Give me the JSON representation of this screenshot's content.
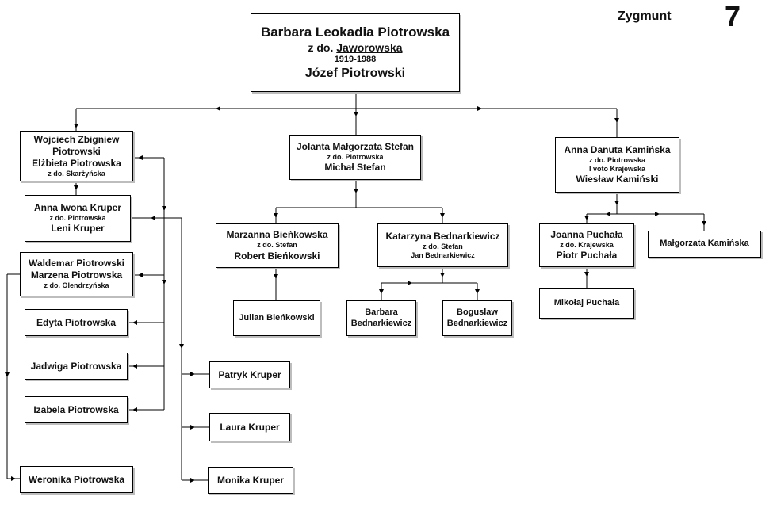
{
  "header": {
    "name": "Zygmunt",
    "number": "7"
  },
  "root": {
    "name": "Barbara Leokadia Piotrowska",
    "maiden_prefix": "z do.",
    "maiden_name": "Jaworowska",
    "years": "1919-1988",
    "spouse": "Józef Piotrowski"
  },
  "people": {
    "wojciech": [
      "Wojciech Zbigniew",
      "Piotrowski",
      "Elżbieta Piotrowska"
    ],
    "wojciech_note": "z do. Skarżyńska",
    "anna_kruper": "Anna Iwona Kruper",
    "anna_kruper_note": "z do. Piotrowska",
    "leni": "Leni Kruper",
    "waldemar": "Waldemar Piotrowski",
    "marzena": "Marzena Piotrowska",
    "marzena_note": "z do.  Olendrzyńska",
    "edyta": "Edyta Piotrowska",
    "jadwiga": "Jadwiga Piotrowska",
    "izabela": "Izabela Piotrowska",
    "weronika": "Weronika Piotrowska",
    "patryk": "Patryk Kruper",
    "laura": "Laura  Kruper",
    "monika": "Monika Kruper",
    "jolanta": "Jolanta Małgorzata Stefan",
    "jolanta_note": "z do. Piotrowska",
    "michal": "Michał Stefan",
    "marzanna": "Marzanna  Bieńkowska",
    "marzanna_note": "z do. Stefan",
    "robert": "Robert   Bieńkowski",
    "julian": "Julian Bieńkowski",
    "katarzyna": "Katarzyna Bednarkiewicz",
    "katarzyna_note": "z do. Stefan",
    "jan": "Jan Bednarkiewicz",
    "barbara_b": [
      "Barbara",
      "Bednarkiewicz"
    ],
    "boguslaw": [
      "Bogusław",
      "Bednarkiewicz"
    ],
    "anna_k": "Anna Danuta Kamińska",
    "anna_k_note1": "z do. Piotrowska",
    "anna_k_note2": "I voto Krajewska",
    "wieslaw": "Wiesław Kamiński",
    "joanna": "Joanna Puchała",
    "joanna_note": "z do. Krajewska",
    "piotr": "Piotr Puchała",
    "malgorzata": "Małgorzata Kamińska",
    "mikolaj": "Mikołaj Puchała"
  }
}
